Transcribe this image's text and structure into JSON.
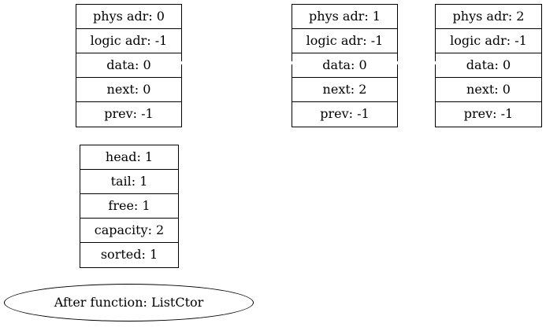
{
  "nodes": [
    {
      "phys": "phys adr: 0",
      "logic": "logic adr: -1",
      "data": "data: 0",
      "next": "next: 0",
      "prev": "prev: -1"
    },
    {
      "phys": "phys adr: 1",
      "logic": "logic adr: -1",
      "data": "data: 0",
      "next": "next: 2",
      "prev": "prev: -1"
    },
    {
      "phys": "phys adr: 2",
      "logic": "logic adr: -1",
      "data": "data: 0",
      "next": "next: 0",
      "prev": "prev: -1"
    }
  ],
  "list_info": {
    "head": "head: 1",
    "tail": "tail: 1",
    "free": "free: 1",
    "capacity": "capacity: 2",
    "sorted": "sorted: 1"
  },
  "caption": "After function: ListCtor"
}
